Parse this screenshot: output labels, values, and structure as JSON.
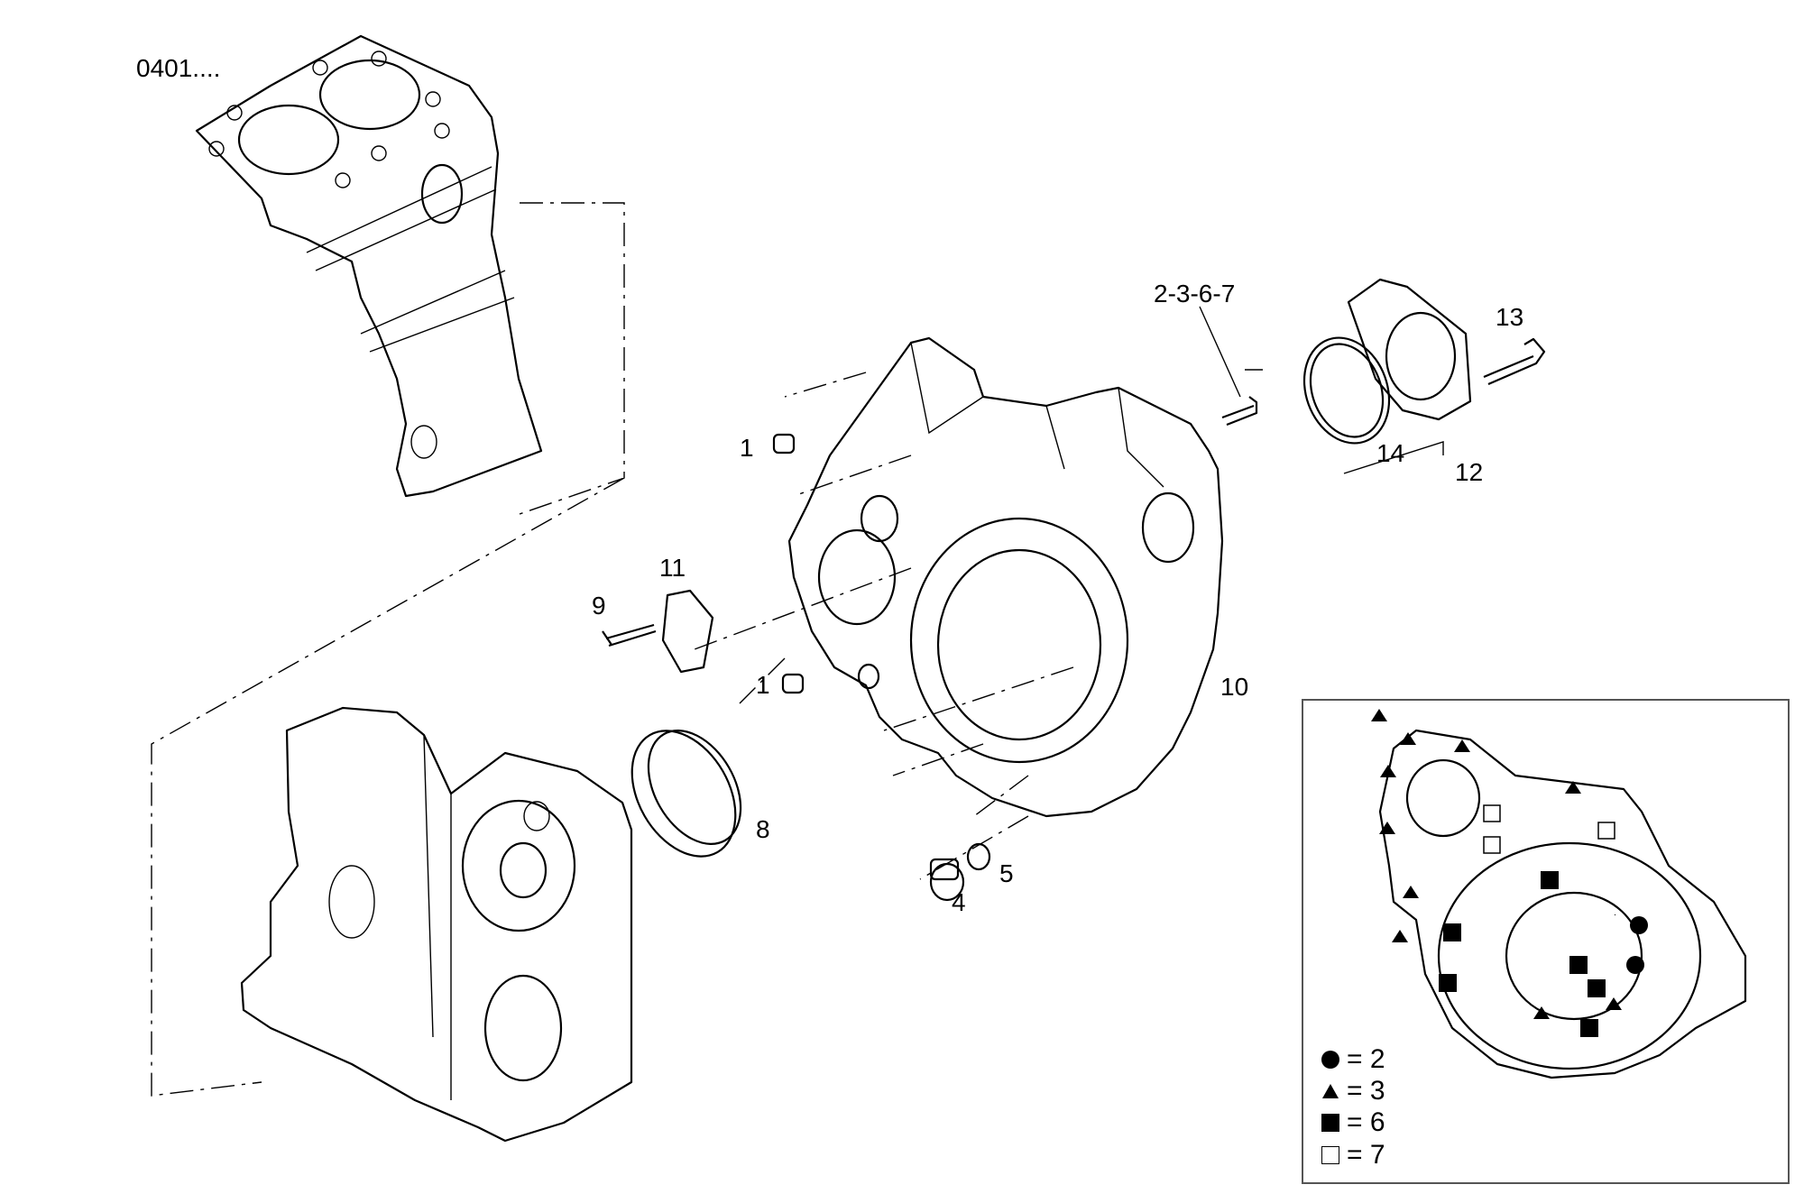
{
  "reference": "0401....",
  "callouts": {
    "c1a": "1",
    "c1b": "1",
    "c2367": "2-3-6-7",
    "c4": "4",
    "c5": "5",
    "c8": "8",
    "c9": "9",
    "c10": "10",
    "c11": "11",
    "c12": "12",
    "c13": "13",
    "c14": "14"
  },
  "legend": [
    {
      "symbol": "filled-circle",
      "text": "= 2"
    },
    {
      "symbol": "filled-triangle",
      "text": "= 3"
    },
    {
      "symbol": "filled-square",
      "text": "= 6"
    },
    {
      "symbol": "open-square",
      "text": "= 7"
    }
  ]
}
